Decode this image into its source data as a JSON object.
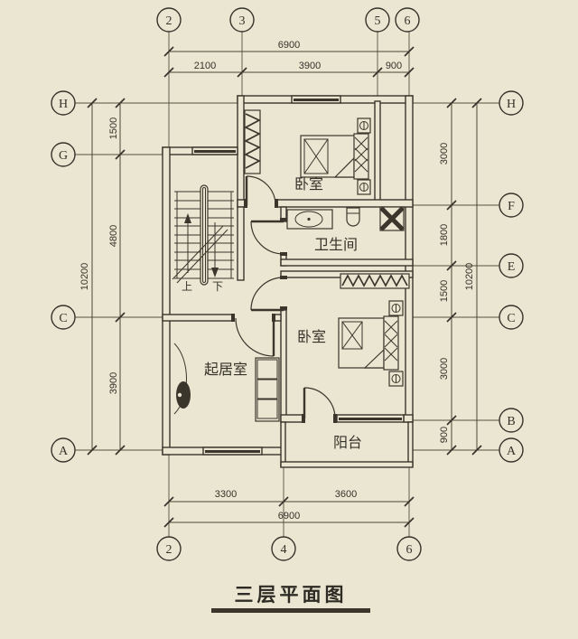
{
  "title": {
    "text": "三层平面图"
  },
  "axis_bubbles": {
    "top": [
      "2",
      "3",
      "5",
      "6"
    ],
    "bottom": [
      "2",
      "4",
      "6"
    ],
    "left": [
      "H",
      "G",
      "C",
      "A"
    ],
    "right": [
      "H",
      "F",
      "E",
      "C",
      "B",
      "A"
    ]
  },
  "dimensions": {
    "top": {
      "total": "6900",
      "segments": [
        "2100",
        "3900",
        "900"
      ]
    },
    "bottom": {
      "total": "6900",
      "segments": [
        "3300",
        "3600"
      ]
    },
    "left": {
      "total": "10200",
      "segments": [
        "1500",
        "4800",
        "3900"
      ]
    },
    "right": {
      "total": "10200",
      "segments": [
        "3000",
        "1800",
        "1500",
        "3000",
        "900"
      ]
    }
  },
  "rooms": {
    "bedroom_top": "卧室",
    "bathroom": "卫生间",
    "bedroom_bottom": "卧室",
    "living_room": "起居室",
    "balcony": "阳台"
  },
  "stairs": {
    "up_label": "上",
    "down_label": "下"
  },
  "colors": {
    "background": "#eae6d2",
    "line": "#3a362c",
    "text": "#35322a"
  }
}
